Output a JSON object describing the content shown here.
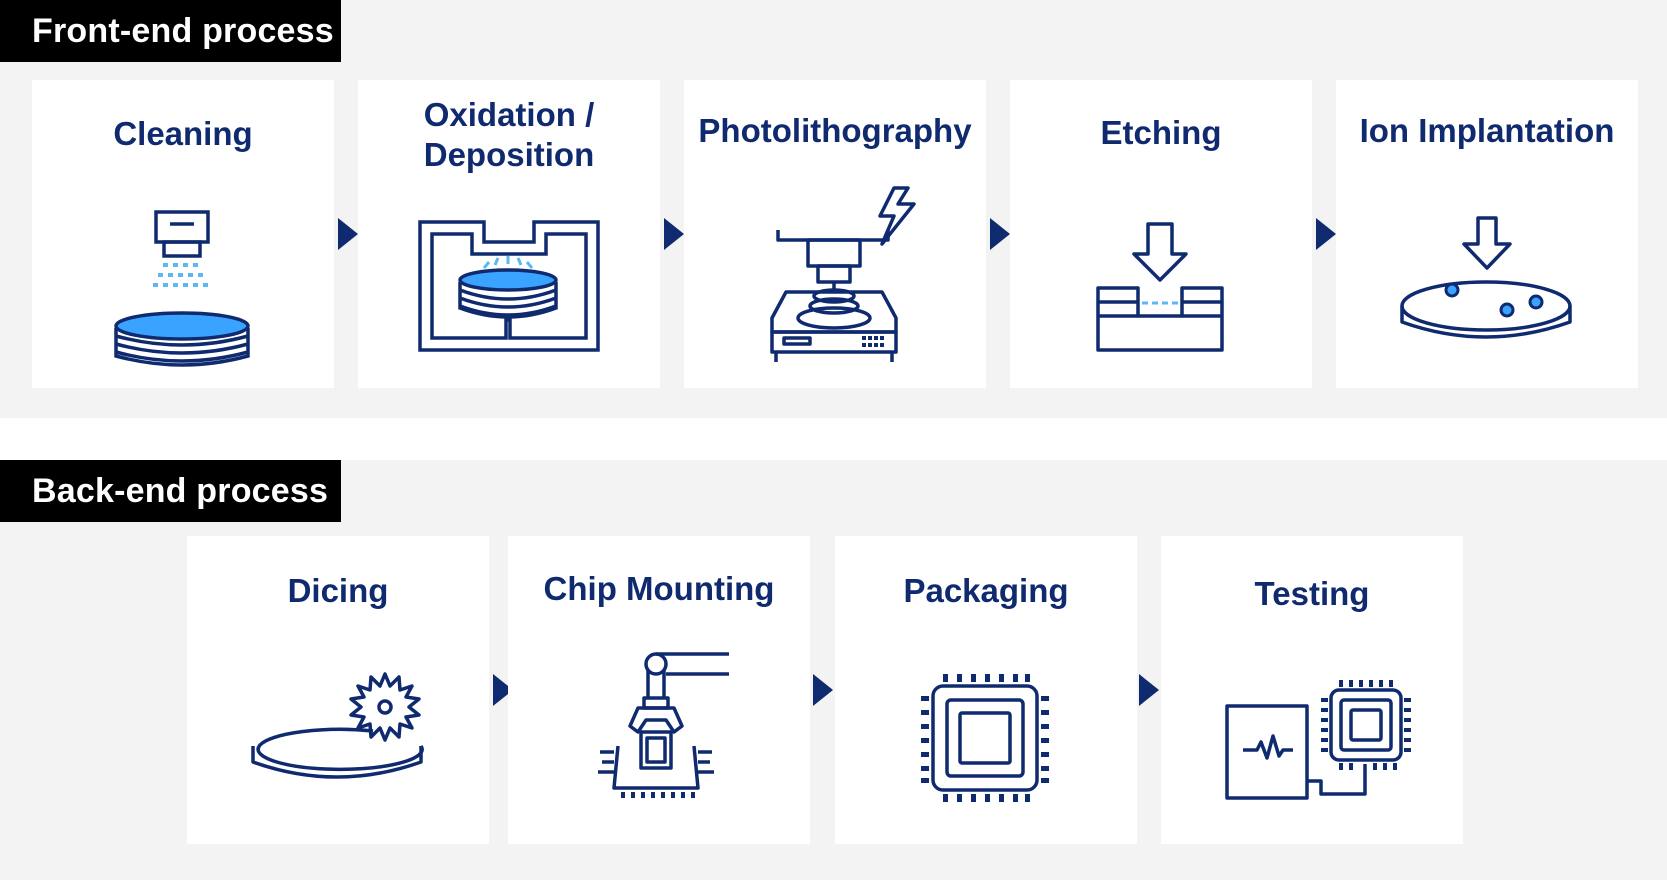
{
  "front_end": {
    "label": "Front-end process",
    "steps": [
      {
        "title": "Cleaning"
      },
      {
        "title_line1": "Oxidation /",
        "title_line2": "Deposition"
      },
      {
        "title": "Photolithography"
      },
      {
        "title": "Etching"
      },
      {
        "title": "Ion Implantation"
      }
    ]
  },
  "back_end": {
    "label": "Back-end process",
    "steps": [
      {
        "title": "Dicing"
      },
      {
        "title": "Chip Mounting"
      },
      {
        "title": "Packaging"
      },
      {
        "title": "Testing"
      }
    ]
  },
  "colors": {
    "navy": "#0f2a6e",
    "accent_blue": "#3aa3ff",
    "light_blue": "#5bb8f0",
    "background": "#f3f3f3",
    "label_bg": "#000000"
  },
  "icons": [
    "wafer-cleaning-icon",
    "deposition-chamber-icon",
    "photolithography-machine-icon",
    "etching-icon",
    "ion-implantation-icon",
    "dicing-saw-icon",
    "chip-mounting-icon",
    "chip-package-icon",
    "chip-testing-icon",
    "step-arrow-icon"
  ]
}
